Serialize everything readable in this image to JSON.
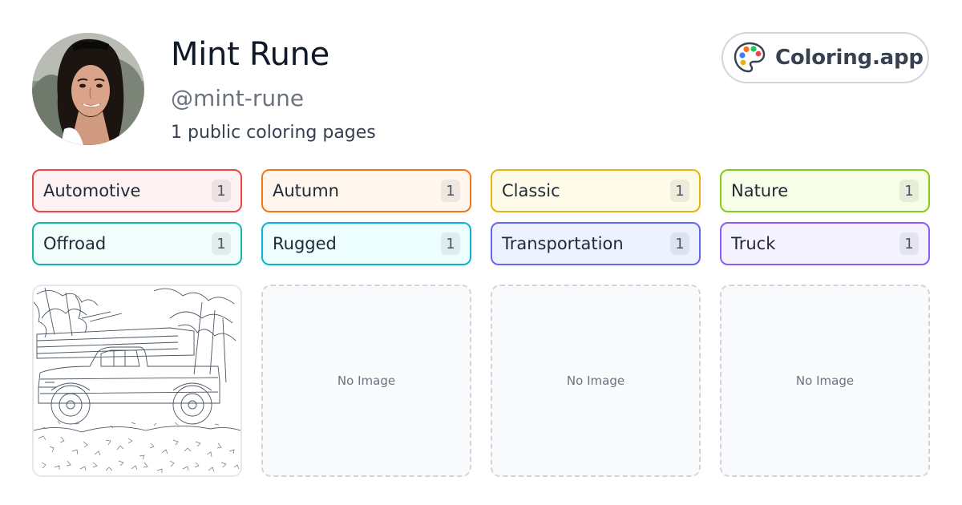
{
  "profile": {
    "name": "Mint Rune",
    "handle": "@mint-rune",
    "count_text": "1 public coloring pages"
  },
  "brand": {
    "label": "Coloring.app",
    "icon": "palette-icon"
  },
  "tags": [
    {
      "label": "Automotive",
      "count": "1",
      "color": "#ef4444",
      "bg": "#fef2f2"
    },
    {
      "label": "Autumn",
      "count": "1",
      "color": "#f97316",
      "bg": "#fff7ed"
    },
    {
      "label": "Classic",
      "count": "1",
      "color": "#eab308",
      "bg": "#fefce8"
    },
    {
      "label": "Nature",
      "count": "1",
      "color": "#84cc16",
      "bg": "#f7fee7"
    },
    {
      "label": "Offroad",
      "count": "1",
      "color": "#14b8a6",
      "bg": "#f0fdfa"
    },
    {
      "label": "Rugged",
      "count": "1",
      "color": "#06b6d4",
      "bg": "#ecfeff"
    },
    {
      "label": "Transportation",
      "count": "1",
      "color": "#6366f1",
      "bg": "#eef2ff"
    },
    {
      "label": "Truck",
      "count": "1",
      "color": "#8b5cf6",
      "bg": "#f5f3ff"
    }
  ],
  "cards": [
    {
      "type": "image"
    },
    {
      "type": "empty",
      "text": "No Image"
    },
    {
      "type": "empty",
      "text": "No Image"
    },
    {
      "type": "empty",
      "text": "No Image"
    }
  ]
}
